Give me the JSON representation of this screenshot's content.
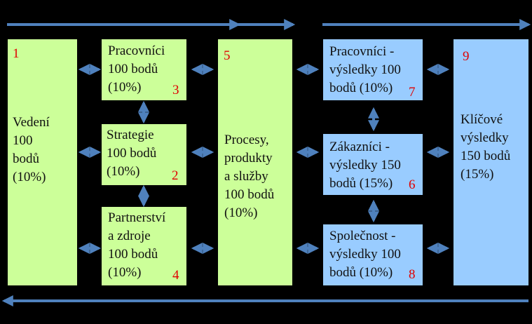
{
  "colors": {
    "background": "#000000",
    "enabler_fill": "#ccff99",
    "result_fill": "#99ccff",
    "arrow": "#4f81bd",
    "number": "#e00000"
  },
  "boxes": {
    "vedeni": {
      "number": "1",
      "text": "Vedení\n100\nbodů\n(10%)"
    },
    "pracovnici": {
      "number": "3",
      "text": "Pracovníci\n100 bodů\n(10%)"
    },
    "strategie": {
      "number": "2",
      "text": "Strategie\n100 bodů\n(10%)"
    },
    "partnerstvi": {
      "number": "4",
      "text": "Partnerství\na zdroje\n100 bodů\n(10%)"
    },
    "procesy": {
      "number": "5",
      "text": "Procesy,\nprodukty\na služby\n100 bodů\n(10%)"
    },
    "pracovnici_vysledky": {
      "number": "7",
      "text": "Pracovníci -\nvýsledky 100\nbodů (10%)"
    },
    "zakaznici_vysledky": {
      "number": "6",
      "text": "Zákazníci -\nvýsledky 150\nbodů (15%)"
    },
    "spolecnost_vysledky": {
      "number": "8",
      "text": "Společnost -\nvýsledky 100\nbodů (10%)"
    },
    "klicove_vysledky": {
      "number": "9",
      "text": "Klíčové\nvýsledky\n150 bodů\n(15%)"
    }
  },
  "arrow_icons": [
    "long-right-arrow-icon",
    "long-left-arrow-icon",
    "double-headed-arrow-icon"
  ]
}
